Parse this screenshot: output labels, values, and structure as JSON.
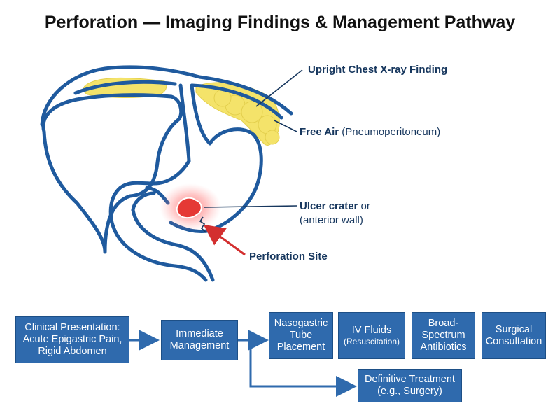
{
  "title": "Perforation — Imaging Findings & Management Pathway",
  "labels": {
    "xray": "Upright Chest X-ray Finding",
    "free_air_bold": "Free Air",
    "free_air_rest": " (Pneumoperitoneum)",
    "ulcer_bold": "Ulcer crater",
    "ulcer_rest": " or",
    "ulcer_line2": "(anterior wall)",
    "perforation": "Perforation Site"
  },
  "flow": {
    "clinical": [
      "Clinical Presentation:",
      "Acute Epigastric Pain,",
      "Rigid Abdomen"
    ],
    "immediate": [
      "Immediate",
      "Management"
    ],
    "ng_tube": [
      "Nasogastric",
      "Tube",
      "Placement"
    ],
    "iv_fluids": "IV Fluids",
    "iv_fluids_sub": "(Resuscitation)",
    "antibiotics": [
      "Broad-",
      "Spectrum",
      "Antibiotics"
    ],
    "surgical": [
      "Surgical",
      "Consultation"
    ],
    "definitive": [
      "Definitive Treatment",
      "(e.g., Surgery)"
    ]
  },
  "colors": {
    "outline": "#1f5a9e",
    "free_air": "#f4e36a",
    "ulcer": "#e53935",
    "box_fill": "#2f6aad",
    "arrow": "#2f6aad"
  }
}
